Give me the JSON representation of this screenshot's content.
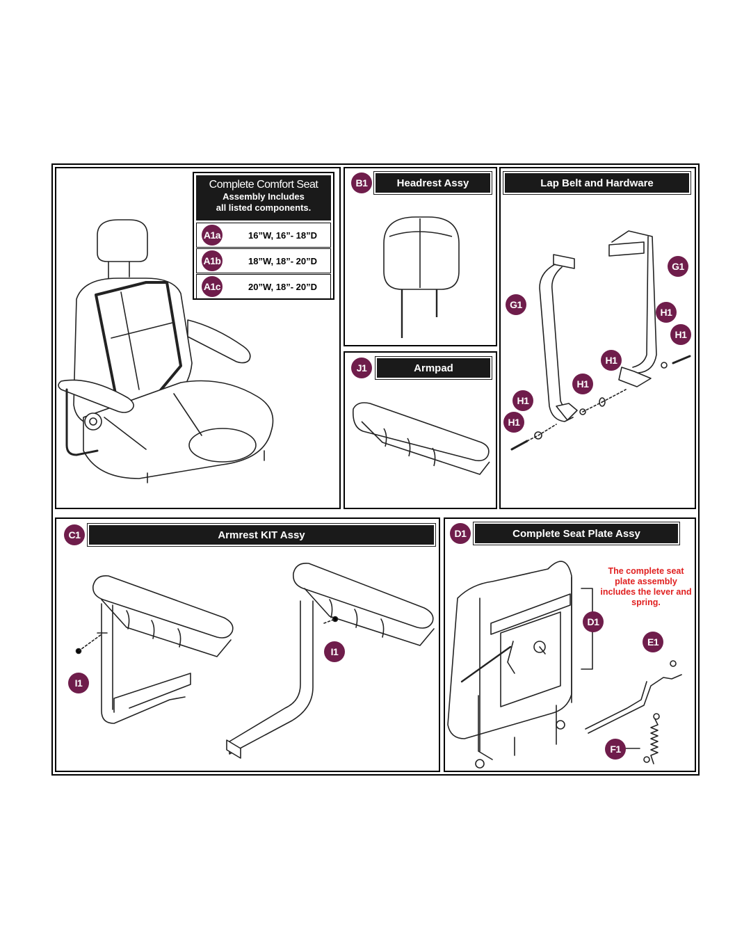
{
  "seat": {
    "title": "Complete Comfort Seat",
    "line1": "Assembly Includes",
    "line2": "all listed components.",
    "sizes": [
      {
        "code": "A1a",
        "size": "16”W, 16”- 18”D"
      },
      {
        "code": "A1b",
        "size": "18”W, 18”- 20”D"
      },
      {
        "code": "A1c",
        "size": "20”W, 18”- 20”D"
      }
    ]
  },
  "headrest": {
    "code": "B1",
    "title": "Headrest Assy"
  },
  "armpad": {
    "code": "J1",
    "title": "Armpad"
  },
  "lapbelt": {
    "title": "Lap Belt and Hardware",
    "belt_code": "G1",
    "hardware_code": "H1"
  },
  "armrest": {
    "code": "C1",
    "title": "Armrest KIT Assy",
    "pin_code": "I1"
  },
  "seatplate": {
    "code": "D1",
    "title": "Complete Seat Plate Assy",
    "lever_code": "E1",
    "spring_code": "F1",
    "note": "The complete seat plate assembly includes the lever and spring."
  },
  "colors": {
    "badge": "#6f1d4b",
    "bar": "#1a1a1a",
    "note": "#e02020"
  }
}
